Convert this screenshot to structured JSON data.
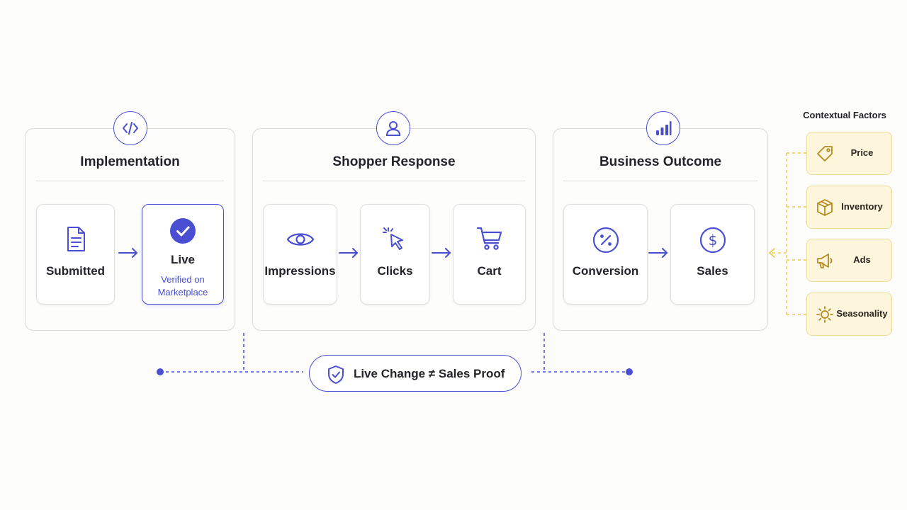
{
  "stages": [
    {
      "title": "Implementation",
      "icon": "code-icon",
      "steps": [
        {
          "label": "Submitted",
          "icon": "document-icon"
        },
        {
          "label": "Live",
          "sublabel": "Verified on Marketplace",
          "icon": "check-circle-icon"
        }
      ]
    },
    {
      "title": "Shopper Response",
      "icon": "user-icon",
      "steps": [
        {
          "label": "Impressions",
          "icon": "eye-icon"
        },
        {
          "label": "Clicks",
          "icon": "cursor-click-icon"
        },
        {
          "label": "Cart",
          "icon": "cart-icon"
        }
      ]
    },
    {
      "title": "Business Outcome",
      "icon": "bar-chart-icon",
      "steps": [
        {
          "label": "Conversion",
          "icon": "percent-icon"
        },
        {
          "label": "Sales",
          "icon": "dollar-icon"
        }
      ]
    }
  ],
  "contextual_factors": {
    "title": "Contextual Factors",
    "items": [
      {
        "label": "Price",
        "icon": "price-tag-icon"
      },
      {
        "label": "Inventory",
        "icon": "box-icon"
      },
      {
        "label": "Ads",
        "icon": "megaphone-icon"
      },
      {
        "label": "Seasonality",
        "icon": "sun-icon"
      }
    ]
  },
  "callout": {
    "text": "Live Change ≠ Sales Proof",
    "icon": "shield-check-icon"
  },
  "colors": {
    "accent": "#4a4fd1",
    "panel_border": "#dcdad6",
    "factor_fill": "#fdf5dc",
    "factor_border": "#f3dd99",
    "factor_icon": "#b58a1e",
    "factor_connector": "#f2c94c",
    "background": "#fcfcfb"
  }
}
